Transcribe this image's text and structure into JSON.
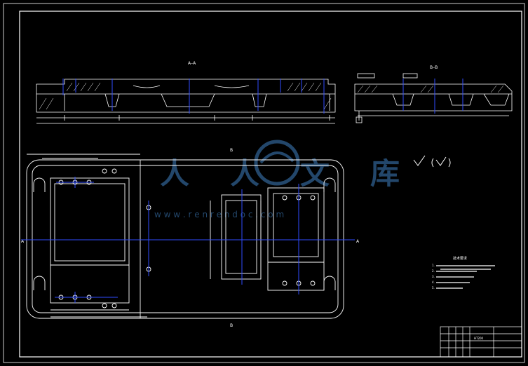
{
  "colors": {
    "background": "#000000",
    "line": "#ffffff",
    "dim": "#ffffff",
    "center": "#2f4cff",
    "accent": "#4a7ad8",
    "watermark": "#2f5f8f"
  },
  "views": {
    "section_aa": "A–A",
    "section_bb": "B–B",
    "view_b_top": "B",
    "view_b_bottom": "B",
    "view_a_left": "A",
    "view_a_right": "A"
  },
  "watermark": {
    "cn": "人人文库",
    "url": "w w w . r e n r e n d o c . c o m"
  },
  "notes": {
    "heading": "技术要求",
    "lines": [
      "1.",
      "2.",
      "3.",
      "4.",
      "5."
    ]
  },
  "title_block": {
    "part_name": "",
    "material": "HT200",
    "drawing_no": ""
  }
}
